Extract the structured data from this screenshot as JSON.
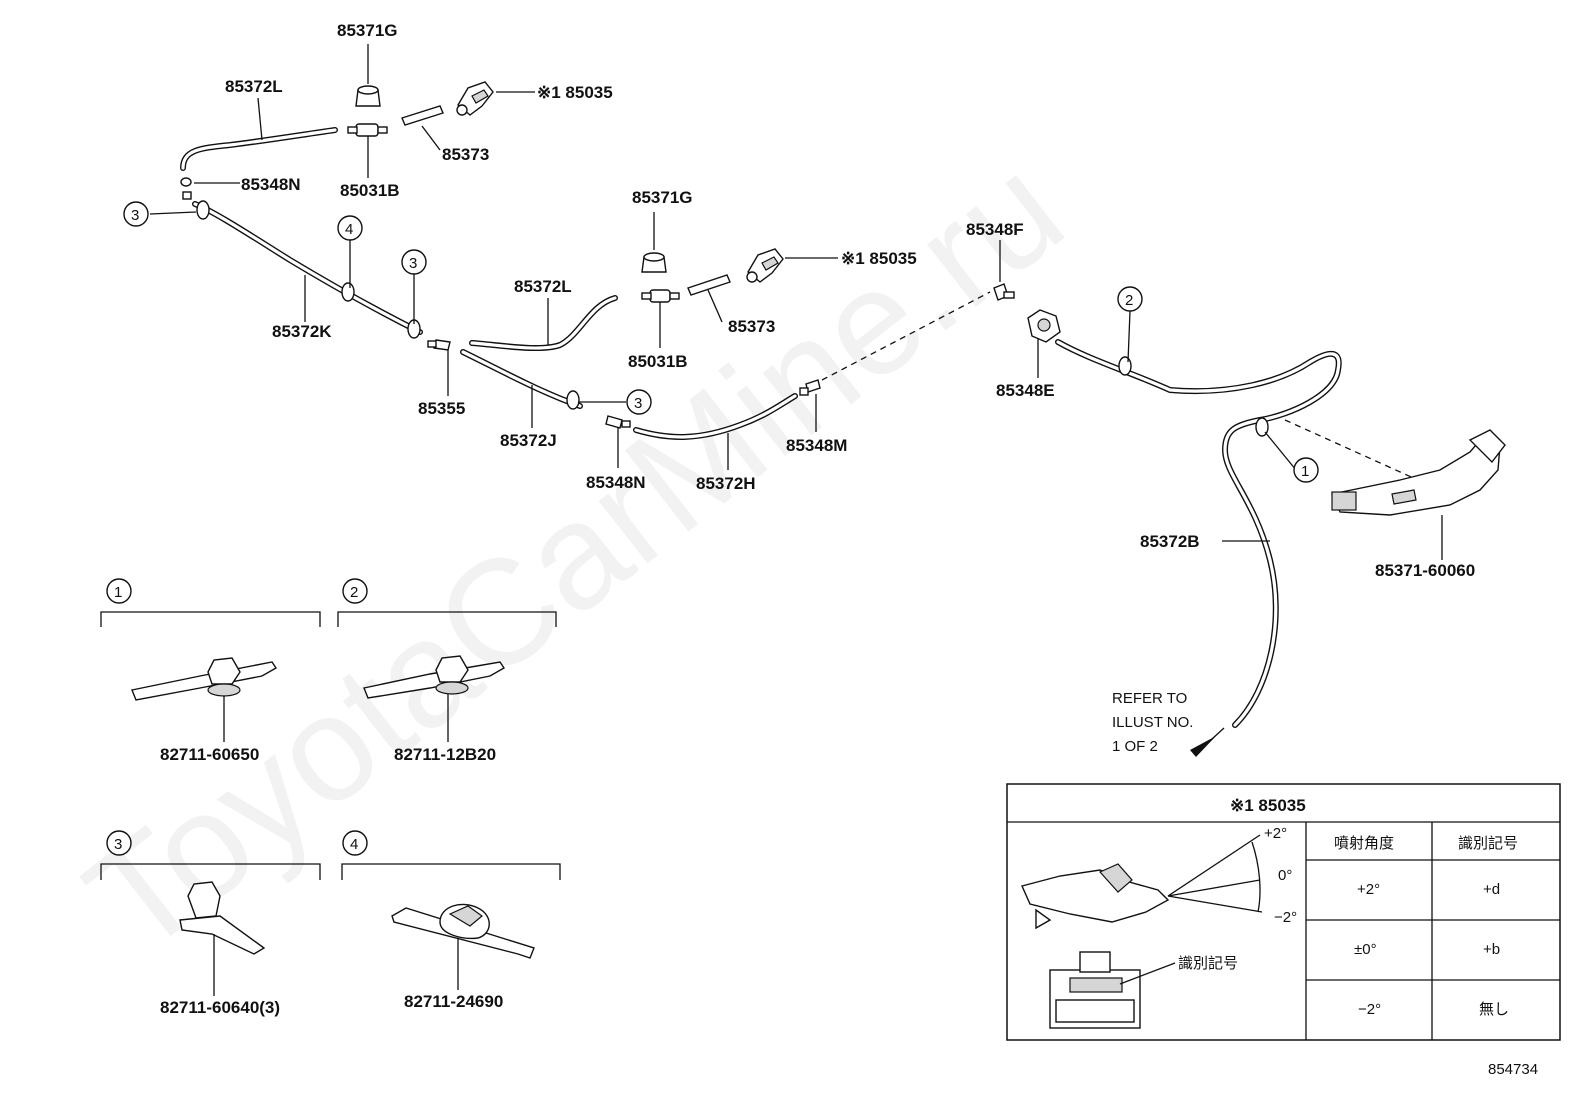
{
  "watermark": "ToyotaCarMine.ru",
  "diagram_id": "854734",
  "part_labels": {
    "p85371G_top": "85371G",
    "p85372L_top": "85372L",
    "p85035_top": "※1 85035",
    "p85373_top": "85373",
    "p85348N_top": "85348N",
    "p85031B_top": "85031B",
    "p85371G_mid": "85371G",
    "p85035_mid": "※1 85035",
    "p85372L_mid": "85372L",
    "p85373_mid": "85373",
    "p85031B_mid": "85031B",
    "p85372K": "85372K",
    "p85355": "85355",
    "p85372J": "85372J",
    "p85348N_mid": "85348N",
    "p85372H": "85372H",
    "p85348M": "85348M",
    "p85348F": "85348F",
    "p85348E": "85348E",
    "p85372B": "85372B",
    "p85371_60060": "85371-60060"
  },
  "callouts": {
    "c1": "1",
    "c2": "2",
    "c3": "3",
    "c4": "4"
  },
  "clips": [
    {
      "num": "1",
      "part": "82711-60650"
    },
    {
      "num": "2",
      "part": "82711-12B20"
    },
    {
      "num": "3",
      "part": "82711-60640(3)"
    },
    {
      "num": "4",
      "part": "82711-24690"
    }
  ],
  "refer_note": [
    "REFER TO",
    "ILLUST NO.",
    "1 OF 2"
  ],
  "spray_table": {
    "title": "※1 85035",
    "col_angle": "噴射角度",
    "col_mark": "識別記号",
    "angle_labels": [
      "+2°",
      "0°",
      "−2°"
    ],
    "mark_label": "識別記号",
    "rows": [
      {
        "angle": "+2°",
        "mark": "+d"
      },
      {
        "angle": "±0°",
        "mark": "+b"
      },
      {
        "angle": "−2°",
        "mark": "無し"
      }
    ]
  }
}
